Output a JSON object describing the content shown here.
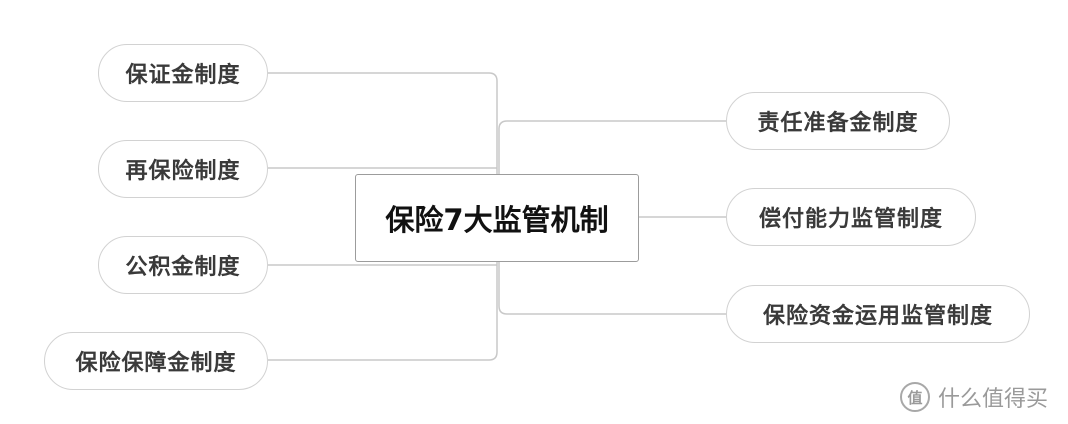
{
  "diagram": {
    "center": {
      "label": "保险7大监管机制"
    },
    "left_branches": [
      {
        "label": "保证金制度"
      },
      {
        "label": "再保险制度"
      },
      {
        "label": "公积金制度"
      },
      {
        "label": "保险保障金制度"
      }
    ],
    "right_branches": [
      {
        "label": "责任准备金制度"
      },
      {
        "label": "偿付能力监管制度"
      },
      {
        "label": "保险资金运用监管制度"
      }
    ]
  },
  "watermark": {
    "logo_glyph": "值",
    "text": "什么值得买"
  },
  "colors": {
    "connector": "#c8c8c8",
    "node_border": "#d2d2d2",
    "center_border": "#9c9c9c",
    "node_text": "#3a3a3a"
  }
}
